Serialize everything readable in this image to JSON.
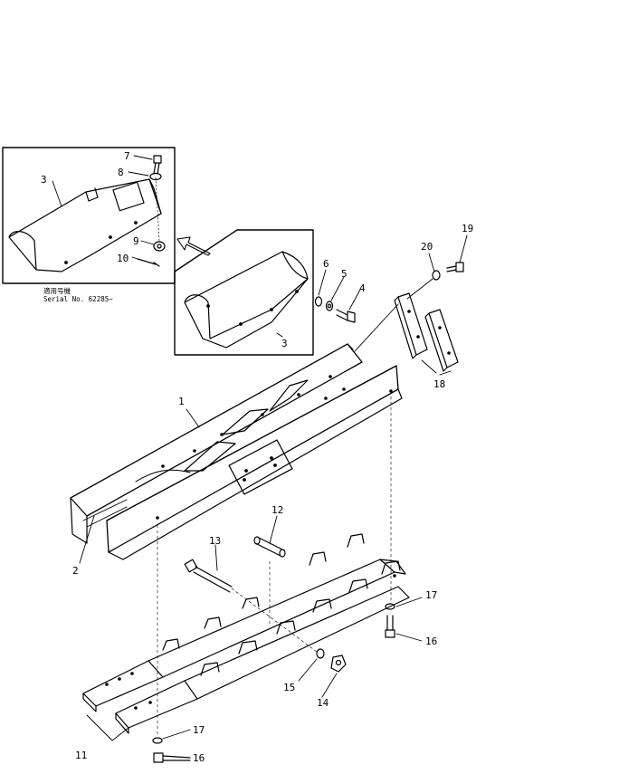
{
  "parts_diagram": {
    "callouts": {
      "p1": "1",
      "p2": "2",
      "p3a": "3",
      "p3b": "3",
      "p4": "4",
      "p5": "5",
      "p6": "6",
      "p7": "7",
      "p8": "8",
      "p9": "9",
      "p10": "10",
      "p11": "11",
      "p12": "12",
      "p13": "13",
      "p14": "14",
      "p15": "15",
      "p16a": "16",
      "p16b": "16",
      "p17a": "17",
      "p17b": "17",
      "p18": "18",
      "p19": "19",
      "p20": "20"
    },
    "inset_note": {
      "line1": "適用号機",
      "line2": "Serial No. 62285~"
    }
  }
}
